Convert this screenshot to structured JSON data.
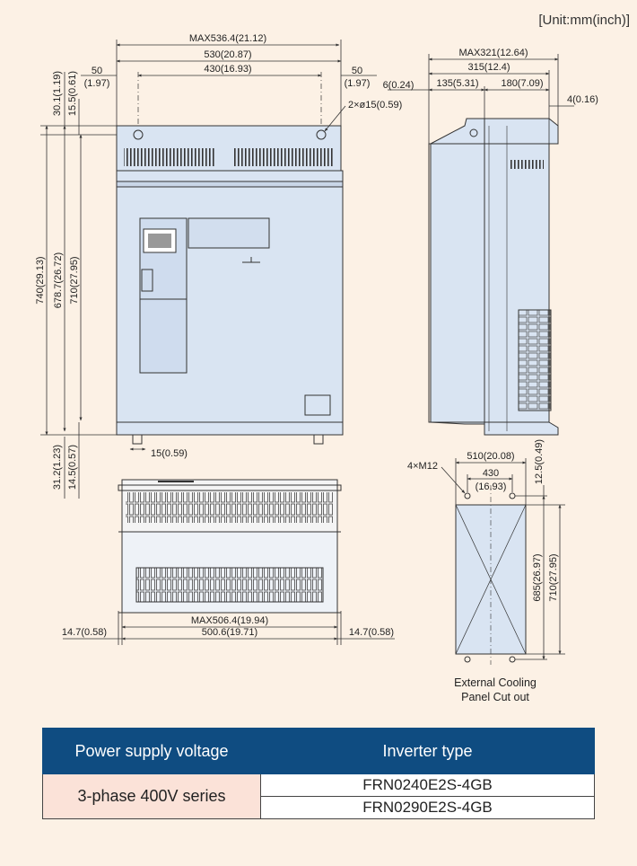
{
  "unit_label": "[Unit:mm(inch)]",
  "front_view": {
    "max_width": "MAX536.4(21.12)",
    "width_530": "530(20.87)",
    "width_430": "430(16.93)",
    "side_50": "50",
    "side_50_in": "(1.97)",
    "top_30": "30.1(1.19)",
    "top_15": "15.5(0.61)",
    "hole_note": "2×ø15(0.59)",
    "height_740": "740(29.13)",
    "height_678": "678.7(26.72)",
    "height_710": "710(27.95)",
    "bottom_31": "31.2(1.23)",
    "bottom_14": "14.5(0.57)",
    "slot_15": "15(0.59)"
  },
  "side_view": {
    "max_depth": "MAX321(12.64)",
    "depth_315": "315(12.4)",
    "d_6": "6(0.24)",
    "d_135": "135(5.31)",
    "d_180": "180(7.09)",
    "d_4": "4(0.16)"
  },
  "bottom_view": {
    "max_width": "MAX506.4(19.94)",
    "width_500": "500.6(19.71)",
    "left_14": "14.7(0.58)",
    "right_14": "14.7(0.58)"
  },
  "cutout": {
    "bolts": "4×M12",
    "width_510": "510(20.08)",
    "width_430": "430",
    "width_430_in": "(16.93)",
    "top_12": "12.5(0.49)",
    "height_685": "685(26.97)",
    "height_710": "710(27.95)",
    "caption_line1": "External Cooling",
    "caption_line2": "Panel Cut out"
  },
  "table": {
    "col1_header": "Power supply voltage",
    "col2_header": "Inverter type",
    "group_label": "3-phase 400V series",
    "types": [
      "FRN0240E2S-4GB",
      "FRN0290E2S-4GB"
    ]
  },
  "colors": {
    "background": "#fcf1e5",
    "body_fill": "#d9e4f2",
    "header_blue": "#0f4c81",
    "group_cell": "#fbe2d8"
  }
}
